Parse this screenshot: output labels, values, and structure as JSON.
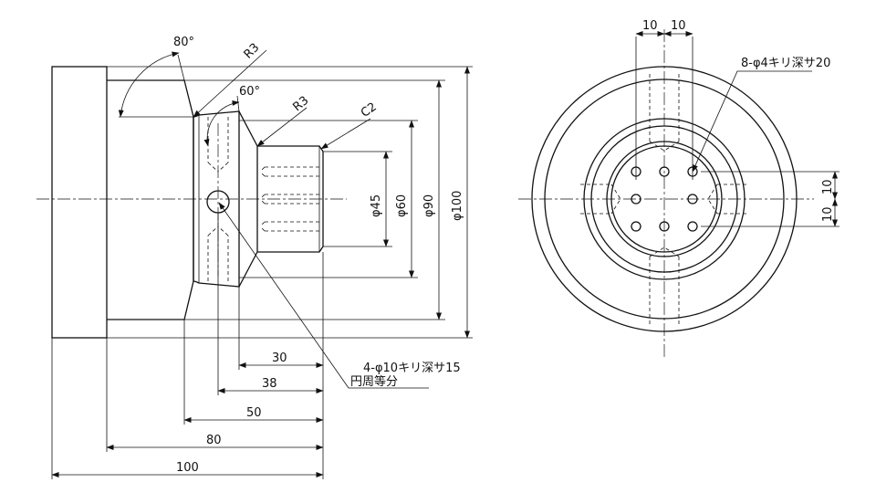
{
  "side_view": {
    "angles": {
      "chamfer_angle": "80°",
      "groove_angle": "60°"
    },
    "radii": {
      "r_outer": "R3",
      "r_inner": "R3",
      "chamfer": "C2"
    },
    "diameters": {
      "d45": "φ45",
      "d60": "φ60",
      "d90": "φ90",
      "d100": "φ100"
    },
    "lengths": {
      "l30": "30",
      "l38": "38",
      "l50": "50",
      "l80": "80",
      "l100": "100"
    },
    "note": {
      "line1": "4-φ10キリ深サ15",
      "line2": "円周等分"
    }
  },
  "front_view": {
    "top_dims": {
      "a": "10",
      "b": "10"
    },
    "right_dims": {
      "a": "10",
      "b": "10"
    },
    "note": "8-φ4キリ深サ20"
  }
}
